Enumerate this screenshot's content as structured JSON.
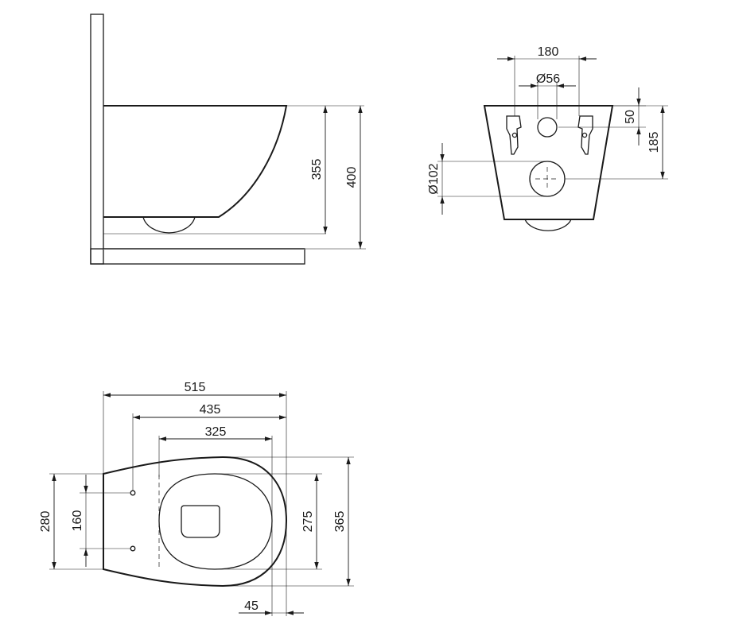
{
  "side_view": {
    "height_rim": "355",
    "height_total": "400"
  },
  "rear_view": {
    "fixing_spacing": "180",
    "inlet_diameter": "Ø56",
    "inlet_height": "50",
    "outlet_height": "185",
    "outlet_diameter": "Ø102"
  },
  "top_view": {
    "length_total": "515",
    "length_fixing": "435",
    "length_opening": "325",
    "width_fixing": "160",
    "width_rear": "280",
    "width_opening": "275",
    "width_total": "365",
    "offset": "45"
  }
}
